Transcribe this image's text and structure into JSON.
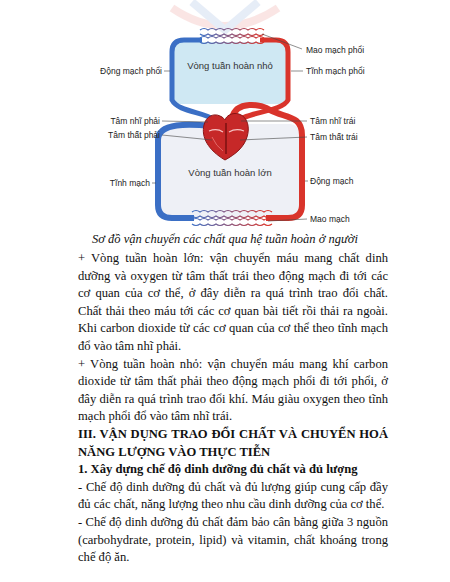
{
  "diagram": {
    "caption": "Sơ đồ vận chuyển các chất qua hệ tuần hoàn ở người",
    "nodes": [
      {
        "text": [
          "Vòng tuần hoàn nhỏ"
        ]
      },
      {
        "text": [
          "Vòng tuần hoàn lớn"
        ]
      }
    ],
    "labels": [
      "Mao mạch phổi",
      "Động mạch phổi",
      "Tĩnh mạch phổi",
      "Tâm nhĩ phải",
      "Tâm thất phải",
      "Tâm nhĩ trái",
      "Tâm thất trái",
      "Tĩnh mạch",
      "Động mạch",
      "Mao mạch",
      "+ Vòng tuần hoàn lớn: vận chuyển máu mang chất dinh dưỡng và oxygen từ tâm thất trái theo động mạch đi tới các cơ quan của cơ thể, ở đây diễn ra quá trình trao đổi chất. Chất thải theo máu tới các cơ quan bài tiết rồi thải ra ngoài. Khi carbon dioxide từ các cơ quan của cơ thể theo tĩnh mạch đổ vào tâm nhĩ phải.",
      "+ Vòng tuần hoàn nhỏ: vận chuyển máu mang khí carbon dioxide từ tâm thất phải theo động mạch phổi đi tới phổi, ở đây diễn ra quá trình trao đổi khí. Máu giàu oxygen theo tĩnh mạch phổi đổ vào tâm nhĩ trái.",
      "III. VẬN DỤNG TRAO ĐỔI CHẤT VÀ CHUYỂN HOÁ NĂNG LƯỢNG VÀO THỰC TIỄN",
      "1. Xây dựng chế độ dinh dưỡng đủ chất và đủ lượng",
      "- Chế độ dinh dưỡng đủ chất và đủ lượng giúp cung cấp đầy đủ các chất, năng lượng theo nhu cầu dinh dưỡng của cơ thể.",
      "- Chế độ dinh dưỡng đủ chất đảm bảo cân bằng giữa 3 nguồn (carbohydrate, protein, lipid) và vitamin, chất khoáng trong chế độ ăn."
    ]
  }
}
